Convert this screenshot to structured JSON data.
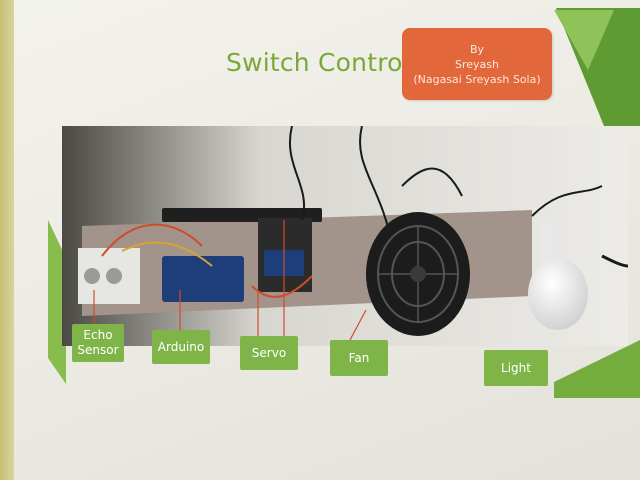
{
  "slide": {
    "title": "Switch Control",
    "author": {
      "line1": "By",
      "line2": "Sreyash",
      "line3": "(Nagasai Sreyash Sola)"
    },
    "labels": {
      "echo_sensor_line1": "Echo",
      "echo_sensor_line2": "Sensor",
      "arduino": "Arduino",
      "servo": "Servo",
      "fan": "Fan",
      "light": "Light"
    }
  },
  "colors": {
    "accent_green": "#7fb548",
    "title_green": "#7aa83a",
    "author_box_orange": "#e2683c"
  }
}
